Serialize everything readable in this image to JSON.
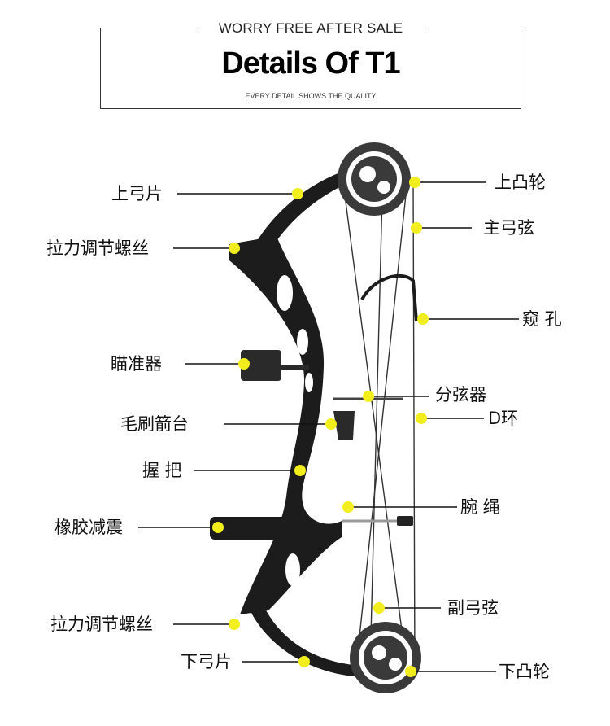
{
  "header": {
    "top_text": "WORRY FREE AFTER SALE",
    "title": "Details Of T1",
    "subtitle": "EVERY DETAIL SHOWS THE QUALITY"
  },
  "labels": {
    "upper_limb": "上弓片",
    "draw_weight_screw_top": "拉力调节螺丝",
    "sight": "瞄准器",
    "brush_rest": "毛刷箭台",
    "grip": "握 把",
    "rubber_damper": "橡胶减震",
    "draw_weight_screw_bottom": "拉力调节螺丝",
    "lower_limb": "下弓片",
    "upper_cam": "上凸轮",
    "main_string": "主弓弦",
    "peep_sight": "窥 孔",
    "string_splitter": "分弦器",
    "d_loop": "D环",
    "wrist_strap": "腕 绳",
    "secondary_string": "副弓弦",
    "lower_cam": "下凸轮"
  },
  "colors": {
    "dot": "#f2ee1e",
    "bow_body": "#1c1c1c",
    "line": "#111111"
  }
}
